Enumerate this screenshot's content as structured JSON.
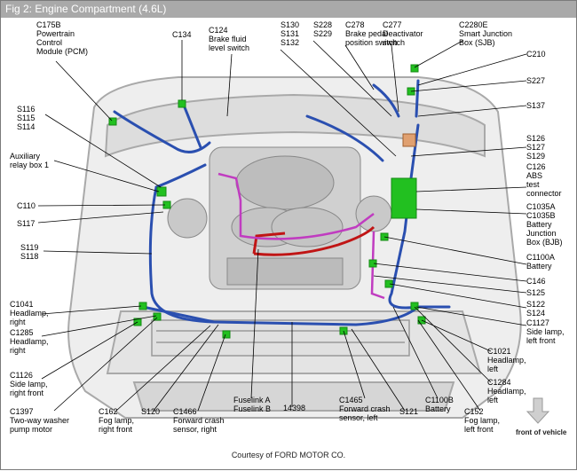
{
  "figure": {
    "title": "Fig 2: Engine Compartment (4.6L)",
    "credit": "Courtesy of FORD MOTOR CO.",
    "front_label": "front of vehicle"
  },
  "callouts": {
    "c175b": "C175B\nPowertrain\nControl\nModule (PCM)",
    "c134": "C134",
    "c124": "C124\nBrake fluid\nlevel switch",
    "s130": "S130\nS131\nS132",
    "s228": "S228\nS229",
    "c278": "C278\nBrake pedal\nposition switch",
    "c277": "C277\nDeactivator\nswitch",
    "c2280e": "C2280E\nSmart Junction\nBox (SJB)",
    "c210": "C210",
    "s227": "S227",
    "s137": "S137",
    "s116": "S116\nS115\nS114",
    "aux_relay": "Auxiliary\nrelay box 1",
    "c110": "C110",
    "s117": "S117",
    "s119": "S119\nS118",
    "s126": "S126\nS127\nS129",
    "c126": "C126\nABS\ntest\nconnector",
    "c1035a": "C1035A\nC1035B\nBattery\nJunction\nBox (BJB)",
    "c1100a": "C1100A\nBattery",
    "c146": "C146",
    "s125": "S125",
    "s122": "S122\nS124",
    "c1127": "C1127\nSide lamp,\nleft front",
    "c1041": "C1041\nHeadlamp,\nright",
    "c1285": "C1285\nHeadlamp,\nright",
    "c1126": "C1126\nSide lamp,\nright front",
    "c1397": "C1397\nTwo-way washer\npump motor",
    "c162": "C162\nFog lamp,\nright front",
    "s120": "S120",
    "c1466": "C1466\nForward crash\nsensor, right",
    "fuselink": "Fuselink A\nFuselink B",
    "n14398": "14398",
    "c1465": "C1465\nForward crash\nsensor, left",
    "s121": "S121",
    "c1100b": "C1100B\nBattery",
    "c152": "C152\nFog lamp,\nleft front",
    "c1021": "C1021\nHeadlamp,\nleft",
    "c1284": "C1284\nHeadlamp,\nleft"
  },
  "colors": {
    "harness_blue": "#2a4fb0",
    "harness_red": "#c01515",
    "harness_magenta": "#c03cc0",
    "connector_green": "#22c020",
    "body_gray": "#c8c8c8"
  }
}
